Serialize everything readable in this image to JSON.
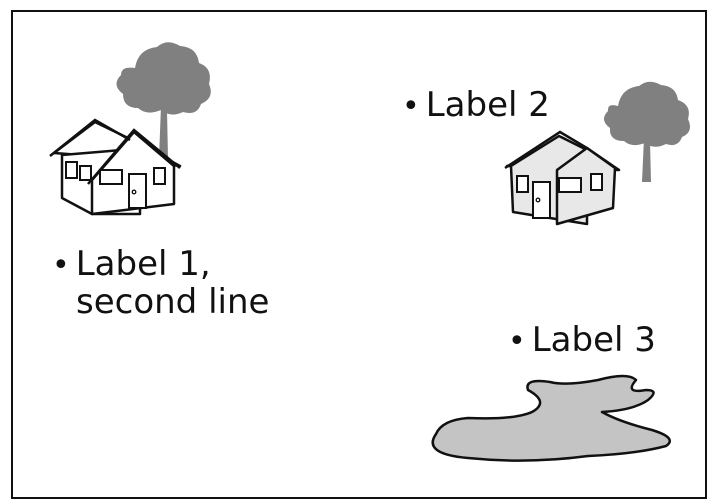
{
  "labels": {
    "label1_line1": "Label 1,",
    "label1_line2": "second line",
    "label2": "Label 2",
    "label3": "Label 3"
  },
  "colors": {
    "tree": "#808080",
    "house1_wall": "#ffffff",
    "house2_wall": "#e8e8e8",
    "pond": "#c4c4c4",
    "outline": "#111111"
  }
}
